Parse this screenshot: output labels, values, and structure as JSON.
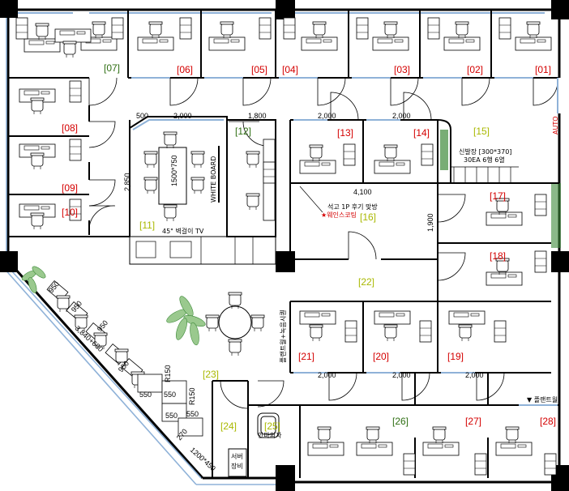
{
  "colors": {
    "wall": "#000000",
    "glass": "#8fb2d8",
    "room_label_red": "#d40000",
    "room_label_green": "#2e6e12",
    "room_label_lime": "#a9b800",
    "plant": "#3e8a3a"
  },
  "rooms": {
    "r01": "[01]",
    "r02": "[02]",
    "r03": "[03]",
    "r04": "[04]",
    "r05": "[05]",
    "r06": "[06]",
    "r07": "[07]",
    "r08": "[08]",
    "r09": "[09]",
    "r10": "[10]",
    "r11": "[11]",
    "r12": "[12]",
    "r13": "[13]",
    "r14": "[14]",
    "r15": "[15]",
    "r16": "[16]",
    "r17": "[17]",
    "r18": "[18]",
    "r19": "[19]",
    "r20": "[20]",
    "r21": "[21]",
    "r22": "[22]",
    "r23": "[23]",
    "r24": "[24]",
    "r25": "[25]",
    "r26": "[26]",
    "r27": "[27]",
    "r28": "[28]"
  },
  "dimensions": {
    "d500": "500",
    "d2000_a": "2,000",
    "d1800": "1,800",
    "d2000_b": "2,000",
    "d2000_c": "2,000",
    "d2850": "2,850",
    "d4100": "4,100",
    "d1900": "1,900",
    "d2000_d": "2,000",
    "d2000_e": "2,000",
    "d2000_f": "2,000",
    "table": "1500*750",
    "w950_a": "950",
    "w950_b": "950",
    "w950_c": "950",
    "w950_d": "950",
    "w3840": "3,840+600",
    "r150_a": "R150",
    "r150_b": "R150",
    "s550_a": "550",
    "s550_b": "550",
    "s550_c": "550",
    "s550_d": "550",
    "s270": "270",
    "s1200": "1200*450"
  },
  "annotations": {
    "whiteboard": "WHITE BOARD",
    "tv": "45\" 벽걸이 TV",
    "shoebox_line1": "신발장 [300*370]",
    "shoebox_line2": "30EA 6행 6열",
    "storage_line1": "석고 1P 후기 맞방",
    "storage_line2": "★웨인스코팅",
    "auto": "AUTO",
    "planter_a": "플랜트월+녹음시퀀",
    "planter_b": "▼ 플랜트월",
    "massage_chair": "안마의자",
    "server_line1": "서버",
    "server_line2": "장비"
  }
}
